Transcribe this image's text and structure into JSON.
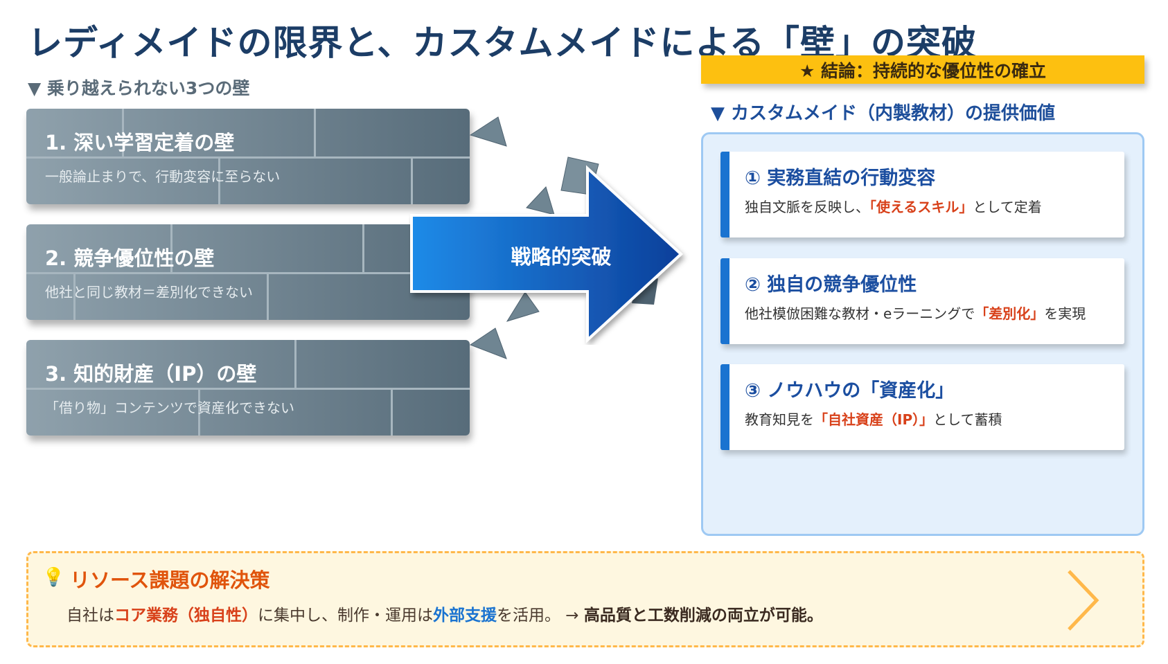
{
  "title": "レディメイドの限界と、カスタムメイドによる「壁」の突破",
  "conclusion": "★ 結論：持続的な優位性の確立",
  "left_heading": "▼ 乗り越えられない3つの壁",
  "walls": [
    {
      "title": "1. 深い学習定着の壁",
      "desc": "一般論止まりで、行動変容に至らない"
    },
    {
      "title": "2. 競争優位性の壁",
      "desc": "他社と同じ教材＝差別化できない"
    },
    {
      "title": "3. 知的財産（IP）の壁",
      "desc": "「借り物」コンテンツで資産化できない"
    }
  ],
  "arrow_label": "戦略的突破",
  "right_heading": "▼ カスタムメイド（内製教材）の提供価値",
  "cards": [
    {
      "title": "① 実務直結の行動変容",
      "pre": "独自文脈を反映し、",
      "hl": "「使えるスキル」",
      "post": "として定着"
    },
    {
      "title": "② 独自の競争優位性",
      "pre": "他社模倣困難な教材・eラーニングで",
      "hl": "「差別化」",
      "post": "を実現"
    },
    {
      "title": "③ ノウハウの「資産化」",
      "pre": "教育知見を",
      "hl": "「自社資産（IP）」",
      "post": "として蓄積"
    }
  ],
  "bottom": {
    "icon": "💡",
    "title": "リソース課題の解決策",
    "t1": "自社は",
    "t2": "コア業務（独自性）",
    "t3": "に集中し、制作・運用は",
    "t4": "外部支援",
    "t5": "を活用。 → ",
    "t6": "高品質と工数削減の両立が可能。"
  }
}
